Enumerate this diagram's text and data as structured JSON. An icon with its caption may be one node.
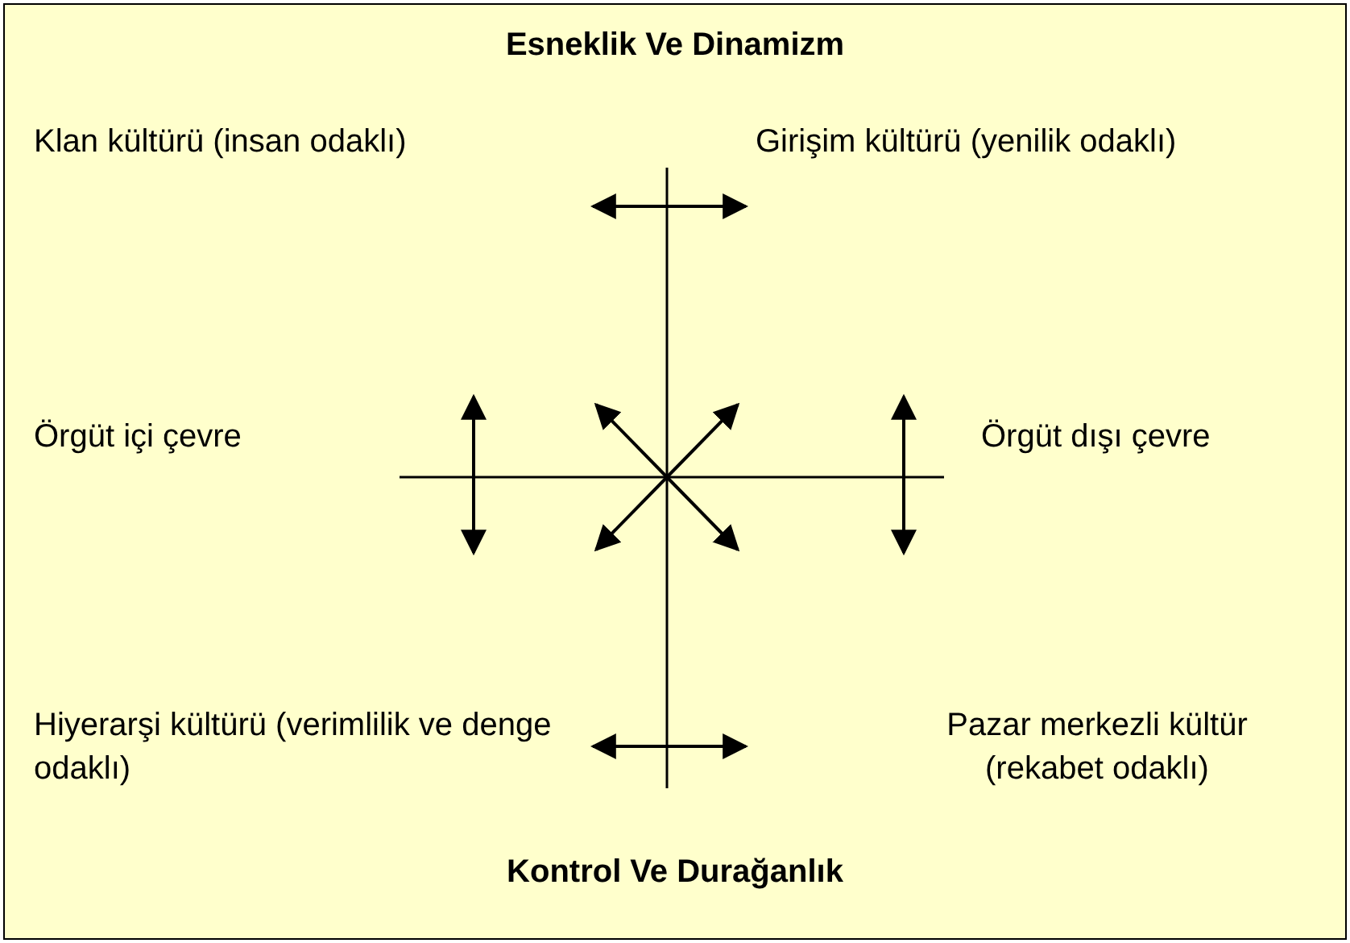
{
  "diagram": {
    "labels": [
      "Esneklik Ve Dinamizm",
      "Klan kültürü (insan odaklı)",
      "Girişim kültürü (yenilik odaklı)",
      "Örgüt içi çevre",
      "Örgüt dışı çevre",
      "Hiyerarşi kültürü (verimlilik ve denge odaklı)",
      "Pazar merkezli kültür (rekabet odaklı)",
      "Kontrol Ve Durağanlık"
    ]
  }
}
